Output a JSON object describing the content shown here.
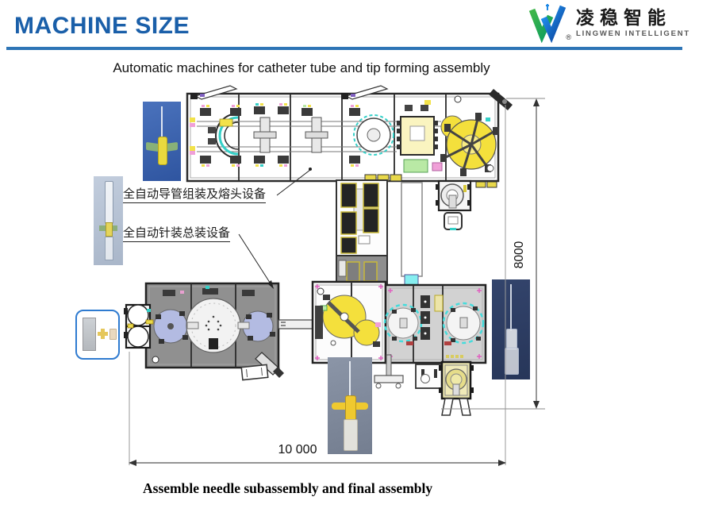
{
  "header": {
    "title": "MACHINE SIZE",
    "logo": {
      "icon": "lingwen-w-logo",
      "brand_cn": "凌稳智能",
      "brand_en": "LINGWEN INTELLIGENT",
      "registered_mark": "®"
    }
  },
  "subtitle": "Automatic machines for catheter tube and tip forming assembly",
  "diagram": {
    "machine_labels": {
      "catheter_line": "全自动导管组装及熔头设备",
      "needle_line": "全自动针装总装设备"
    },
    "dimensions": {
      "width": "10 000",
      "height": "8000"
    },
    "photos": [
      "catheter-hub-photo",
      "catheter-needle-photo",
      "needle-plus-hub-card",
      "iv-catheter-photo",
      "needle-assembly-photo"
    ]
  },
  "caption": "Assemble needle subassembly and final assembly",
  "colors": {
    "title_blue": "#1a5fa9",
    "rule_blue": "#2e75b6",
    "logo_green": "#35b54a",
    "logo_blue": "#1565c0",
    "machine_yellow": "#f4e03c",
    "track_cyan": "#35d0c8",
    "rotor_lavender": "#b3bbe2",
    "accent_pink": "#f0a0d8",
    "accent_green": "#b9e9a5"
  }
}
